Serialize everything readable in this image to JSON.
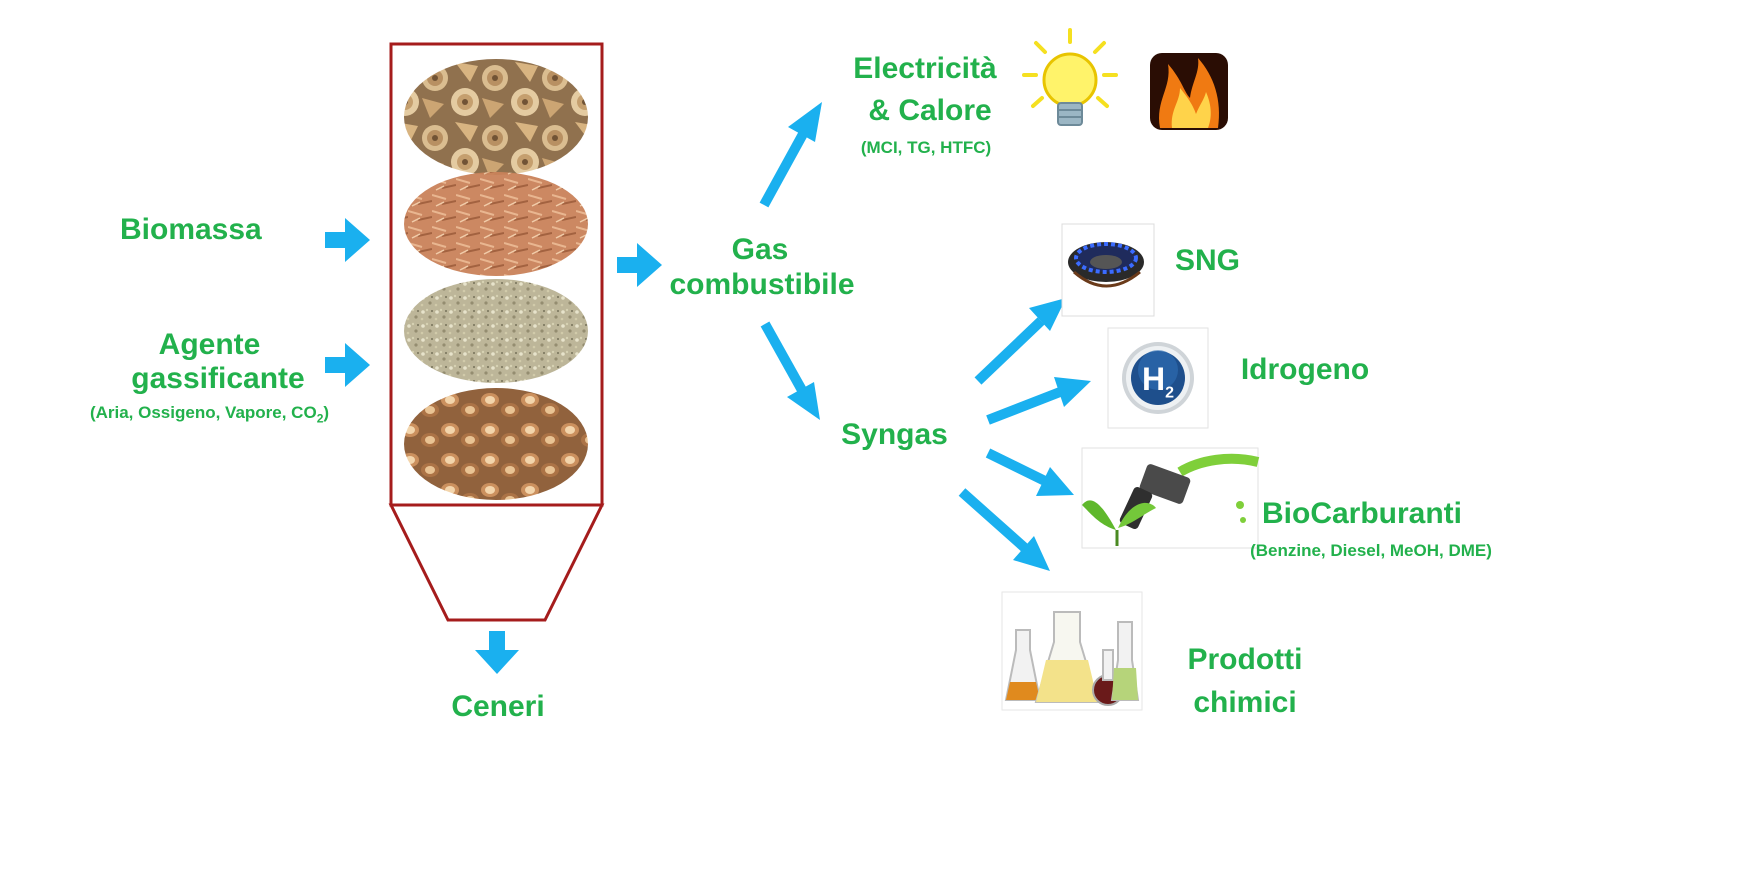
{
  "inputs": {
    "biomass": "Biomassa",
    "agent_line1": "Agente",
    "agent_line2": "gassificante",
    "agent_sub": "(Aria, Ossigeno, Vapore, CO",
    "agent_sub_subscript": "2",
    "agent_sub_close": ")"
  },
  "reactor": {
    "photos": [
      "wood-logs",
      "wood-chips",
      "sawdust",
      "nut-shells"
    ],
    "ash_output": "Ceneri",
    "frame_color": "#a51c1c"
  },
  "gas": {
    "line1": "Gas",
    "line2": "combustibile"
  },
  "electricity": {
    "line1": "Electricità",
    "line2": "& Calore",
    "sub": "(MCI, TG, HTFC)",
    "icons": [
      "light-bulb-icon",
      "flame-icon"
    ]
  },
  "syngas": {
    "label": "Syngas"
  },
  "products": {
    "sng": {
      "label": "SNG",
      "icon": "gas-burner-icon"
    },
    "hydrogen": {
      "label": "Idrogeno",
      "icon_text": "H",
      "icon_sub": "2"
    },
    "biofuels": {
      "label": "BioCarburanti",
      "sub": "(Benzine, Diesel, MeOH, DME)",
      "icon": "fuel-nozzle-leaf-icon"
    },
    "chemicals": {
      "line1": "Prodotti",
      "line2": "chimici",
      "icon": "laboratory-flasks-icon"
    }
  },
  "colors": {
    "text_green": "#22b14c",
    "arrow_blue": "#1ab0ef"
  }
}
